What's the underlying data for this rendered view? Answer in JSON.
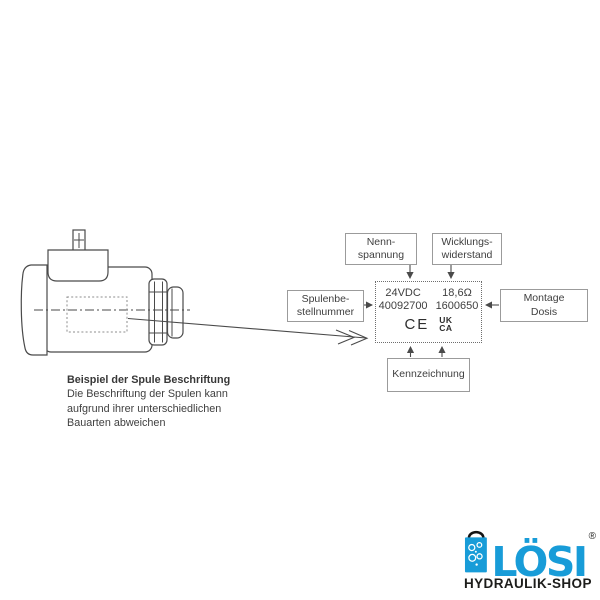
{
  "diagram": {
    "callouts": {
      "nennspannung": "Nenn-\nspannung",
      "wicklungswiderstand": "Wicklungs-\nwiderstand",
      "spulenbestellnummer": "Spulenbe-\nstellnummer",
      "montage_dosis": "Montage\nDosis",
      "kennzeichnung": "Kennzeichnung"
    },
    "label_plate": {
      "voltage": "24VDC",
      "resistance": "18,6Ω",
      "order_number": "40092700",
      "winding_number": "1600650",
      "ce_mark": "CE",
      "ukca_top": "UK",
      "ukca_bottom": "CA"
    },
    "caption_title": "Beispiel der Spule Beschriftung",
    "caption_body": "Die Beschriftung der Spulen kann\naufgrund ihrer unterschiedlichen\nBauarten abweichen"
  },
  "branding": {
    "logo_text": "LÖSI",
    "registered_mark": "®",
    "tagline": "HYDRAULIK-SHOP",
    "colors": {
      "brand_blue": "#189CD8",
      "tagline_dark": "#1D1D1B",
      "line_gray": "#4A4A4A"
    }
  }
}
